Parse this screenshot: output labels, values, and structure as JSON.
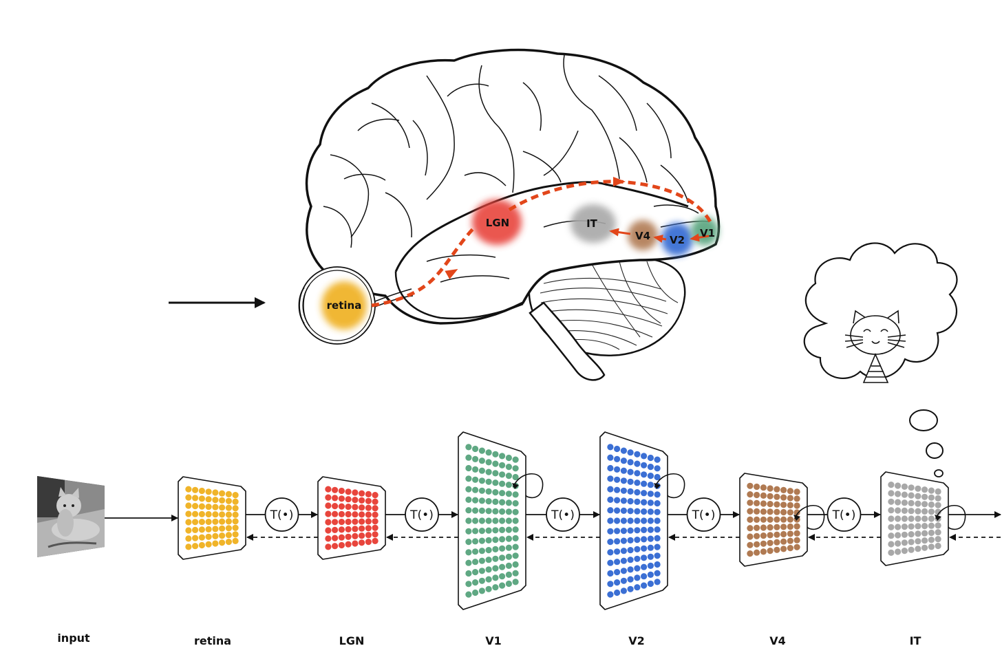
{
  "colors": {
    "retina": "#f0b429",
    "lgn": "#e8453c",
    "v1": "#5fa883",
    "v2": "#3b6fd4",
    "v4": "#b07a52",
    "it": "#a8a8a8",
    "pathway": "#e2461a"
  },
  "brain_labels": {
    "retina": "retina",
    "lgn": "LGN",
    "it": "IT",
    "v4": "V4",
    "v2": "V2",
    "v1": "V1"
  },
  "operator_label": "T(•)",
  "stage_labels": {
    "input": "input",
    "retina": "retina",
    "lgn": "LGN",
    "v1": "V1",
    "v2": "V2",
    "v4": "V4",
    "it": "IT"
  },
  "stages": [
    {
      "key": "retina",
      "rows": 8,
      "cols": 8,
      "color": "#f0b429"
    },
    {
      "key": "lgn",
      "rows": 8,
      "cols": 8,
      "color": "#e8453c"
    },
    {
      "key": "v1",
      "rows": 15,
      "cols": 8,
      "color": "#5fa883",
      "recurrent": true
    },
    {
      "key": "v2",
      "rows": 15,
      "cols": 8,
      "color": "#3b6fd4",
      "recurrent": true
    },
    {
      "key": "v4",
      "rows": 9,
      "cols": 8,
      "color": "#b07a52",
      "recurrent": true
    },
    {
      "key": "it",
      "rows": 9,
      "cols": 8,
      "color": "#a8a8a8",
      "recurrent": true
    }
  ],
  "thought": {
    "subject": "cat"
  }
}
